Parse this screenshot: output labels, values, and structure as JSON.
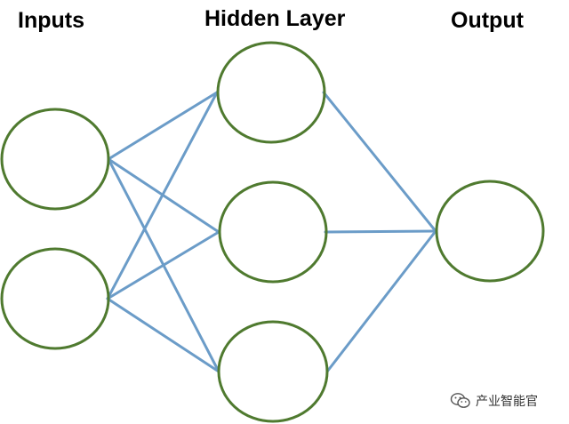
{
  "labels": {
    "inputs": "Inputs",
    "hidden": "Hidden Layer",
    "output": "Output"
  },
  "watermark": {
    "text": "产业智能官",
    "icon": "wechat-icon"
  },
  "colors": {
    "node_stroke": "#4f7a2f",
    "edge": "#6b9cc8",
    "label": "#000000"
  },
  "network": {
    "layers": [
      "input",
      "hidden",
      "output"
    ],
    "nodes": [
      {
        "id": "in-1",
        "layer": "input"
      },
      {
        "id": "in-2",
        "layer": "input"
      },
      {
        "id": "h-1",
        "layer": "hidden"
      },
      {
        "id": "h-2",
        "layer": "hidden"
      },
      {
        "id": "h-3",
        "layer": "hidden"
      },
      {
        "id": "out-1",
        "layer": "output"
      }
    ],
    "edges": [
      {
        "from": "in-1",
        "to": "h-1"
      },
      {
        "from": "in-1",
        "to": "h-2"
      },
      {
        "from": "in-1",
        "to": "h-3"
      },
      {
        "from": "in-2",
        "to": "h-1"
      },
      {
        "from": "in-2",
        "to": "h-2"
      },
      {
        "from": "in-2",
        "to": "h-3"
      },
      {
        "from": "h-1",
        "to": "out-1"
      },
      {
        "from": "h-2",
        "to": "out-1"
      },
      {
        "from": "h-3",
        "to": "out-1"
      }
    ]
  }
}
